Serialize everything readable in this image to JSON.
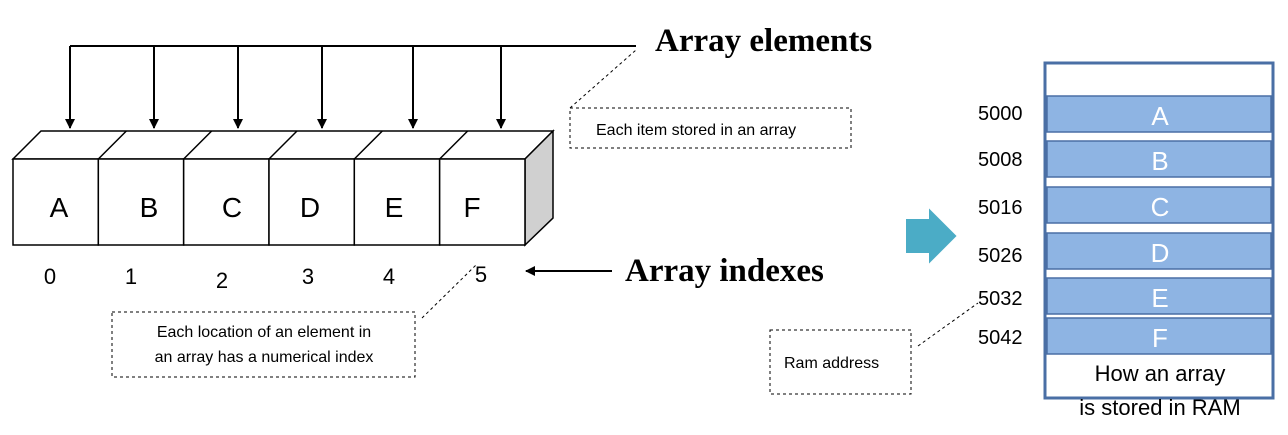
{
  "array": {
    "cells": [
      "A",
      "B",
      "C",
      "D",
      "E",
      "F"
    ],
    "indexes": [
      "0",
      "1",
      "2",
      "3",
      "4",
      "5"
    ]
  },
  "labels": {
    "elements_title": "Array elements",
    "indexes_title": "Array indexes",
    "elements_note": "Each item stored in an array",
    "index_note_line1": "Each location of an element in",
    "index_note_line2": "an array has a numerical index",
    "ram_note": "Ram address"
  },
  "ram": {
    "cells": [
      "A",
      "B",
      "C",
      "D",
      "E",
      "F"
    ],
    "addresses": [
      "5000",
      "5008",
      "5016",
      "5026",
      "5032",
      "5042"
    ],
    "caption_line1": "How an array",
    "caption_line2": "is stored in RAM"
  },
  "colors": {
    "ram_cell_fill": "#8eb4e3",
    "ram_border": "#4a6fa5",
    "block_side": "#d0d0d0",
    "arrow_fill": "#4bacc6"
  }
}
